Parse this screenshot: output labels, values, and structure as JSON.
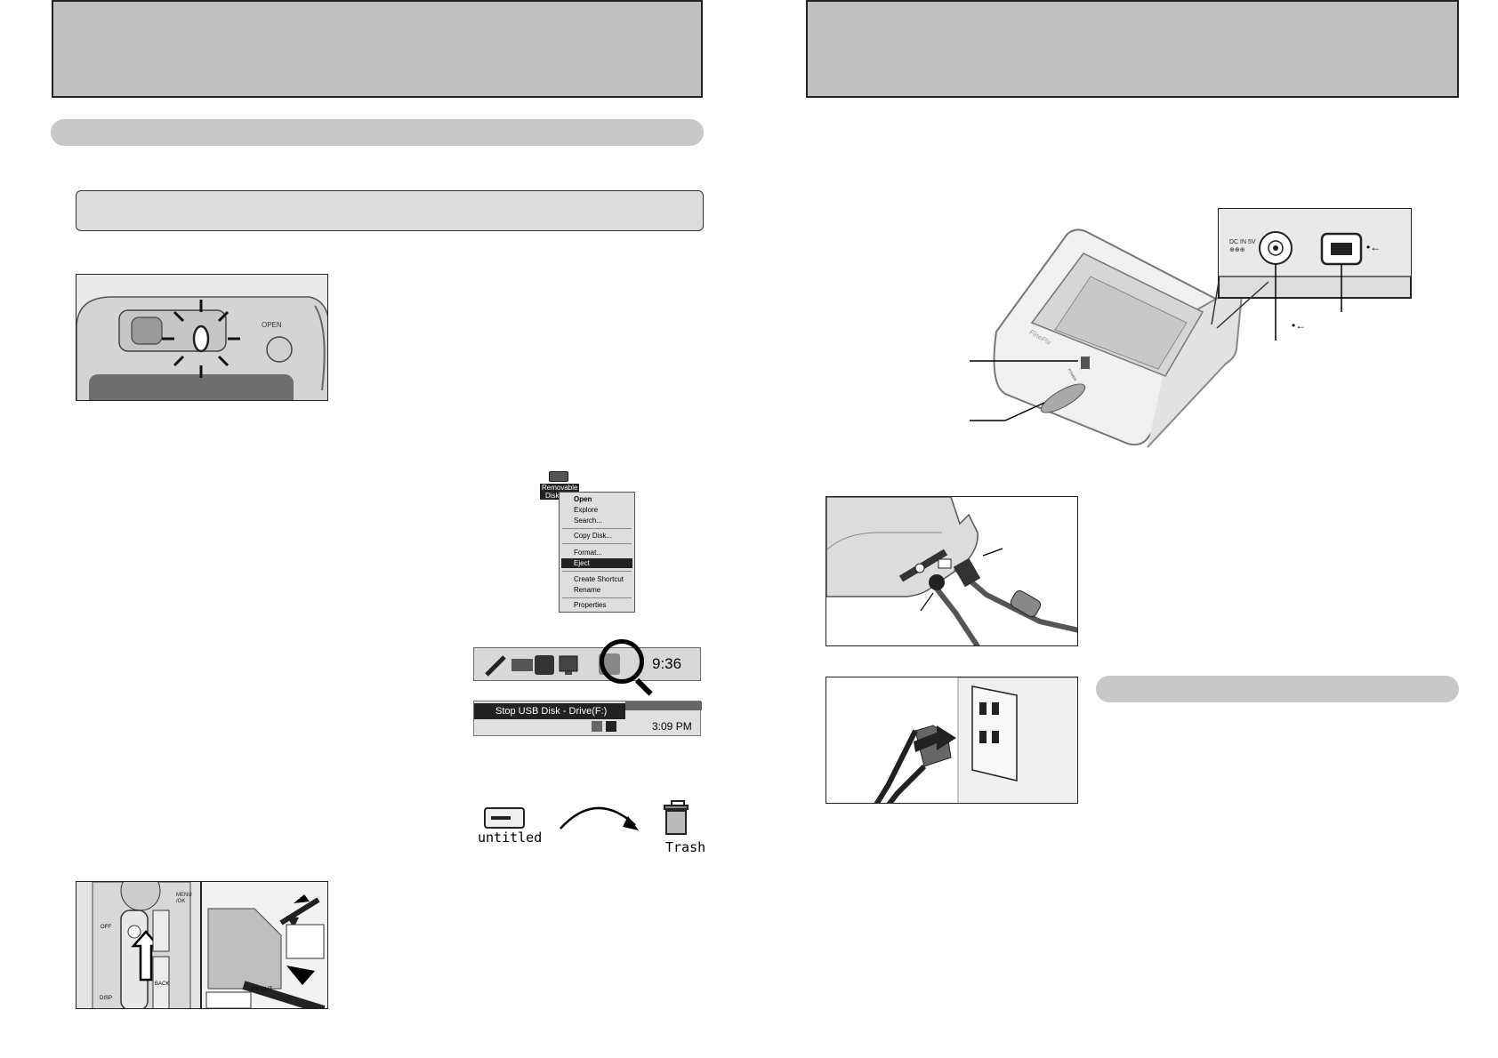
{
  "camera_top": {
    "open_label": "OPEN"
  },
  "context_menu": {
    "drive_label_line1": "Removable",
    "drive_label_line2": "Disk",
    "items": [
      "Open",
      "Explore",
      "Search...",
      "Copy Disk...",
      "Format...",
      "Eject",
      "Create Shortcut",
      "Rename",
      "Properties"
    ],
    "highlighted": "Eject"
  },
  "tray_me": {
    "time": "9:36"
  },
  "tray_xp": {
    "tooltip": "Stop USB Disk - Drive(F:)",
    "time": "3:09 PM"
  },
  "mac": {
    "disk_label": "untitled",
    "trash_label": "Trash"
  },
  "camera_back": {
    "menu_label_1": "MENU",
    "menu_label_2": "/OK",
    "off_label": "OFF",
    "back_label": "BACK",
    "disp_label": "DISP",
    "av_label": "A/V OUT"
  },
  "cradle": {
    "dc_label_1": "DC IN 5V",
    "dc_label_2": "⊕⊕⊕",
    "brand": "FinePix",
    "power_label": "POWER",
    "usb_symbol": "•←"
  }
}
